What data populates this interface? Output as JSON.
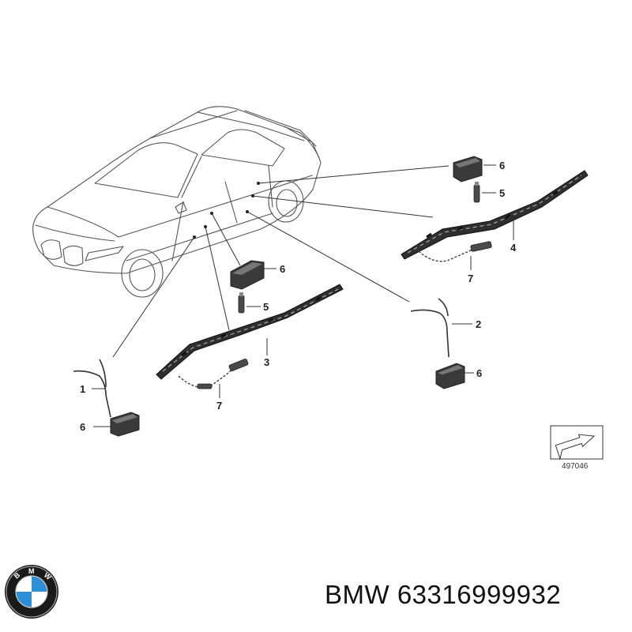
{
  "diagram": {
    "callouts": [
      {
        "id": "c6a",
        "label": "6"
      },
      {
        "id": "c5a",
        "label": "5"
      },
      {
        "id": "c4",
        "label": "4"
      },
      {
        "id": "c7a",
        "label": "7"
      },
      {
        "id": "c6b",
        "label": "6"
      },
      {
        "id": "c5b",
        "label": "5"
      },
      {
        "id": "c3",
        "label": "3"
      },
      {
        "id": "c2",
        "label": "2"
      },
      {
        "id": "c6c",
        "label": "6"
      },
      {
        "id": "c1",
        "label": "1"
      },
      {
        "id": "c7b",
        "label": "7"
      },
      {
        "id": "c6d",
        "label": "6"
      }
    ],
    "reference_number": "497046"
  },
  "footer": {
    "brand": "BMW",
    "part_number": "63316999932"
  },
  "logo": {
    "letters": "BMW",
    "colors": {
      "ring": "#111111",
      "blue": "#2f8fd6",
      "white": "#ffffff"
    }
  }
}
